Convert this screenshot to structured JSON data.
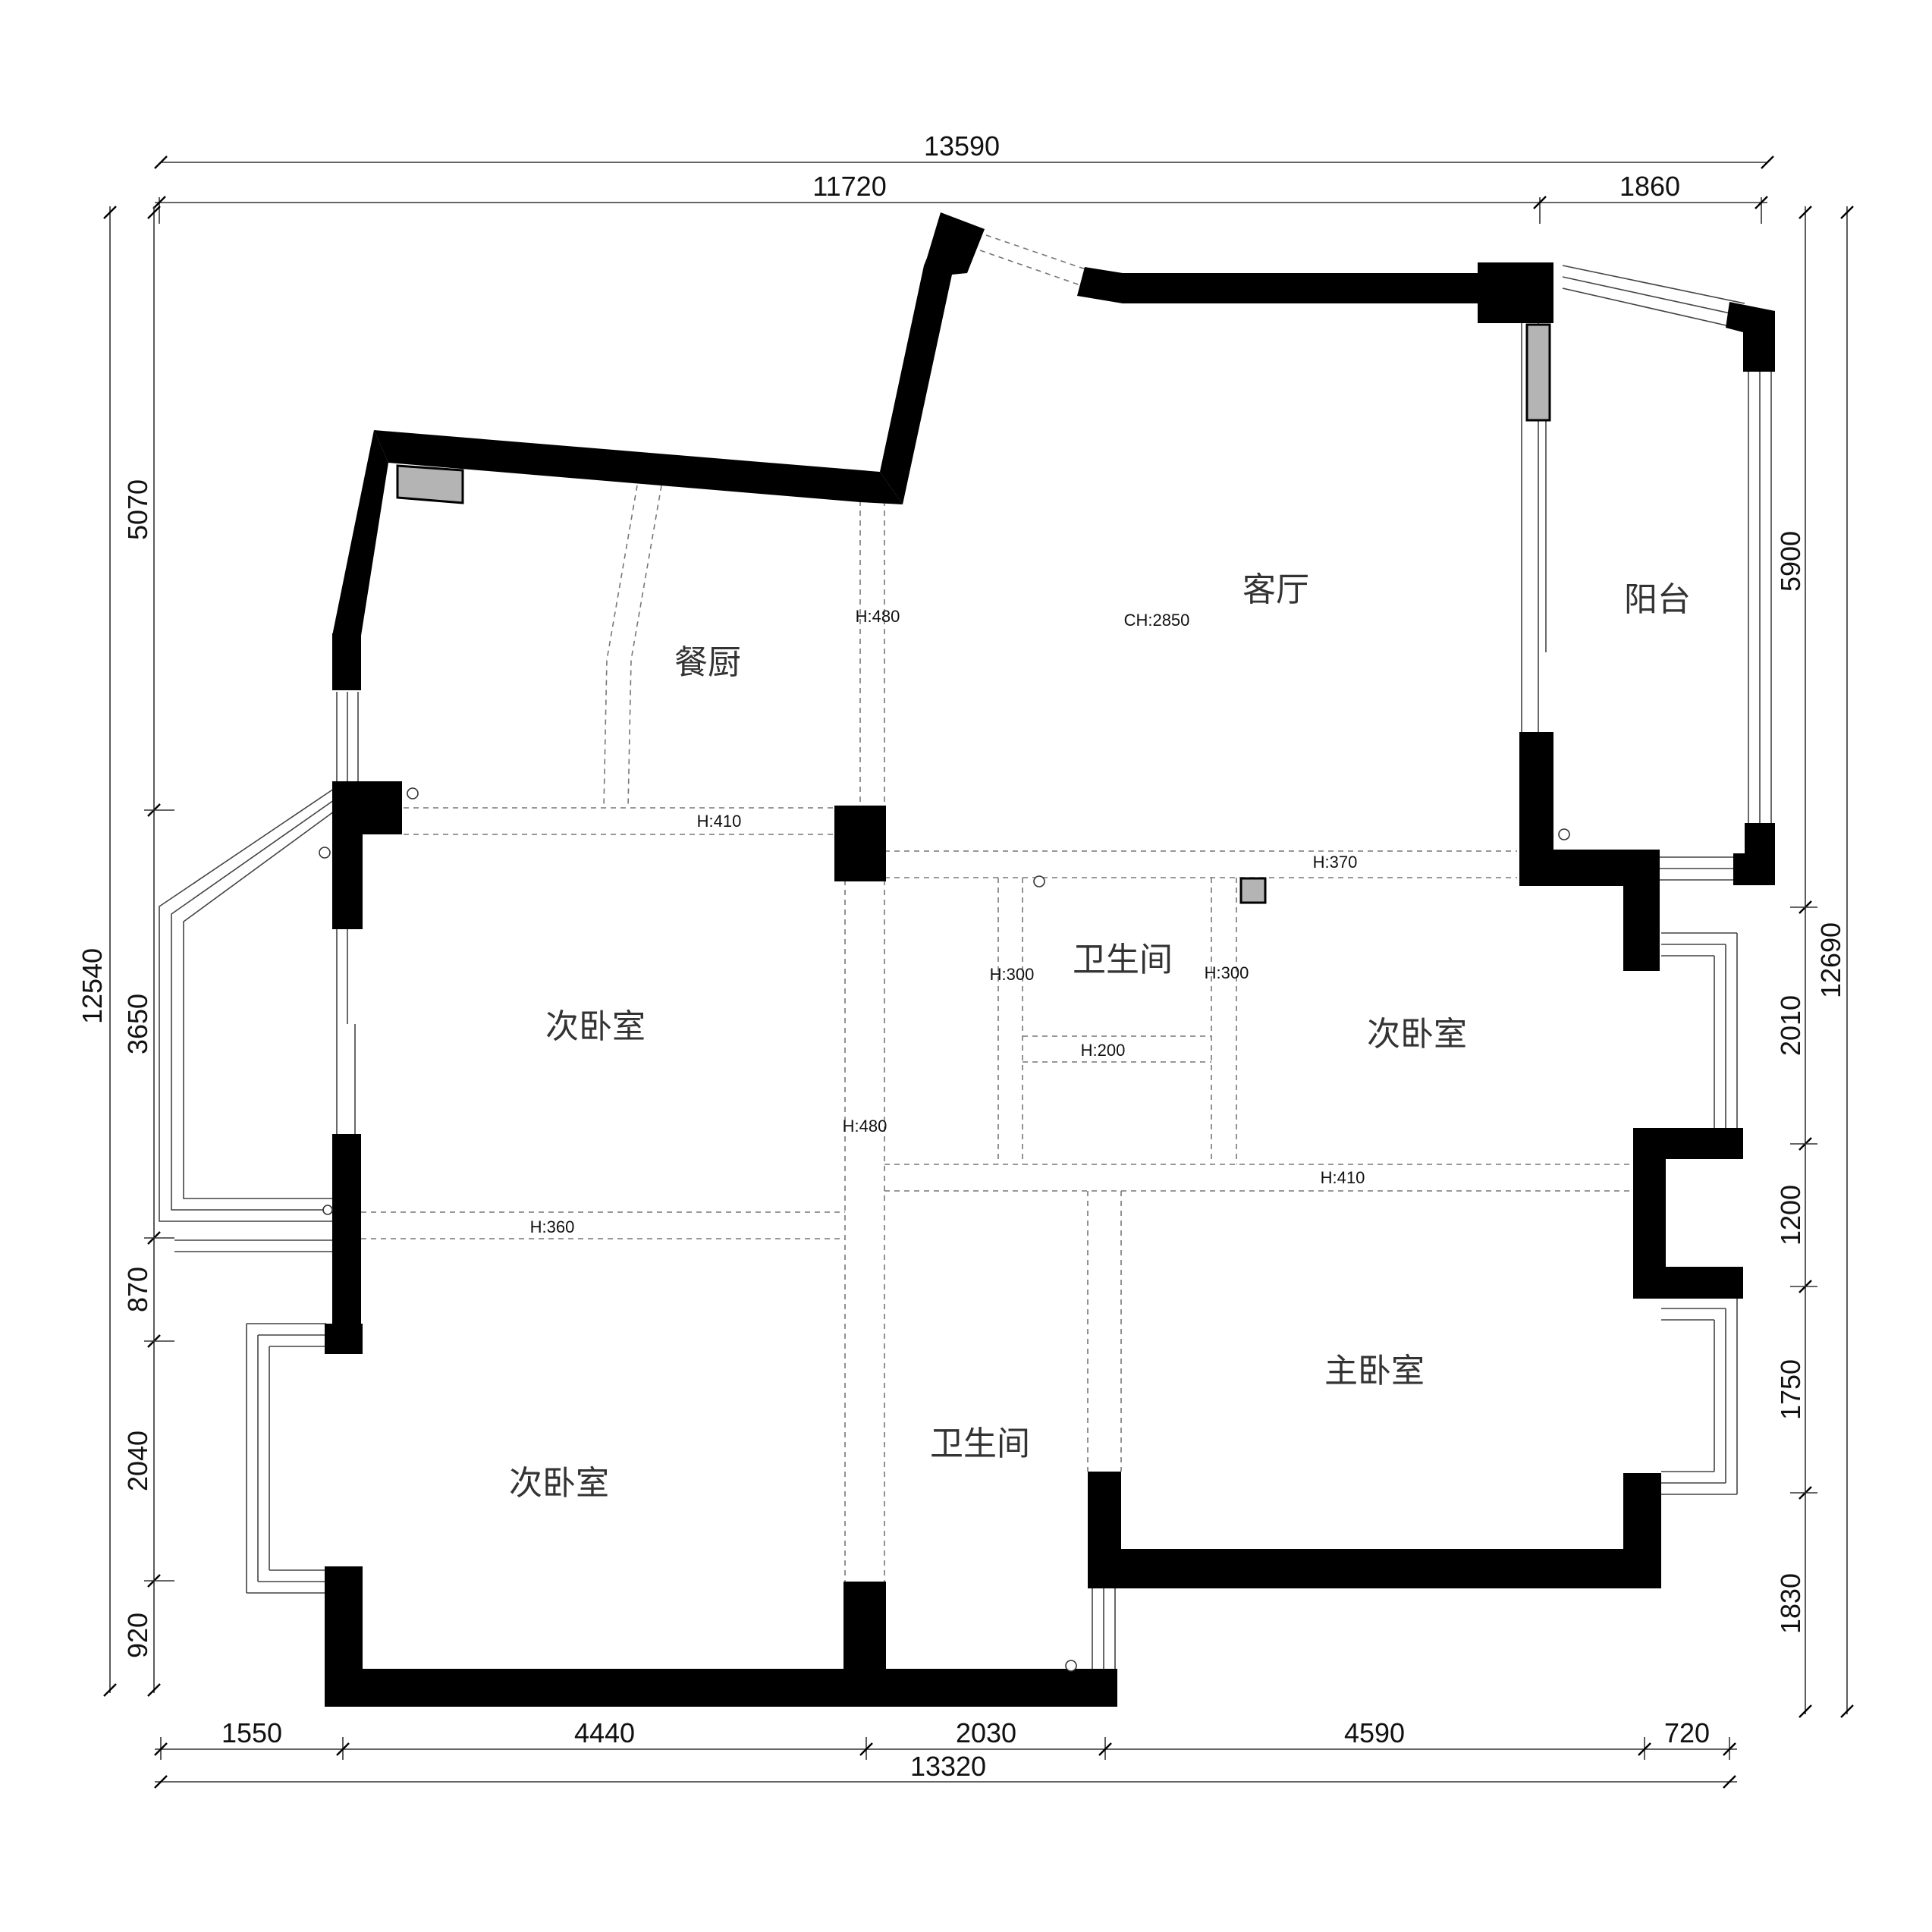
{
  "dimensions": {
    "top_overall": "13590",
    "top_left": "11720",
    "top_right": "1860",
    "bottom_overall": "13320",
    "bottom_segments": [
      "1550",
      "4440",
      "2030",
      "4590",
      "720"
    ],
    "left_overall": "12540",
    "left_segments": [
      "5070",
      "3650",
      "870",
      "2040",
      "920"
    ],
    "right_overall": "12690",
    "right_segments": [
      "5900",
      "2010",
      "1200",
      "1750",
      "1830"
    ]
  },
  "rooms": {
    "living": "客厅",
    "balcony": "阳台",
    "dining_kitchen": "餐厨",
    "bedroom_left_top": "次卧室",
    "bedroom_left_bottom": "次卧室",
    "bedroom_right": "次卧室",
    "master_bedroom": "主卧室",
    "bathroom_top": "卫生间",
    "bathroom_bottom": "卫生间"
  },
  "heights": {
    "ceiling": "CH:2850",
    "beam_dining": "H:480",
    "beam_left_top": "H:410",
    "beam_living_bottom": "H:370",
    "beam_bath_left": "H:300",
    "beam_bath_right": "H:300",
    "beam_bath_mid": "H:200",
    "beam_corridor": "H:480",
    "beam_right_mid": "H:410",
    "beam_left_bottom": "H:360"
  }
}
